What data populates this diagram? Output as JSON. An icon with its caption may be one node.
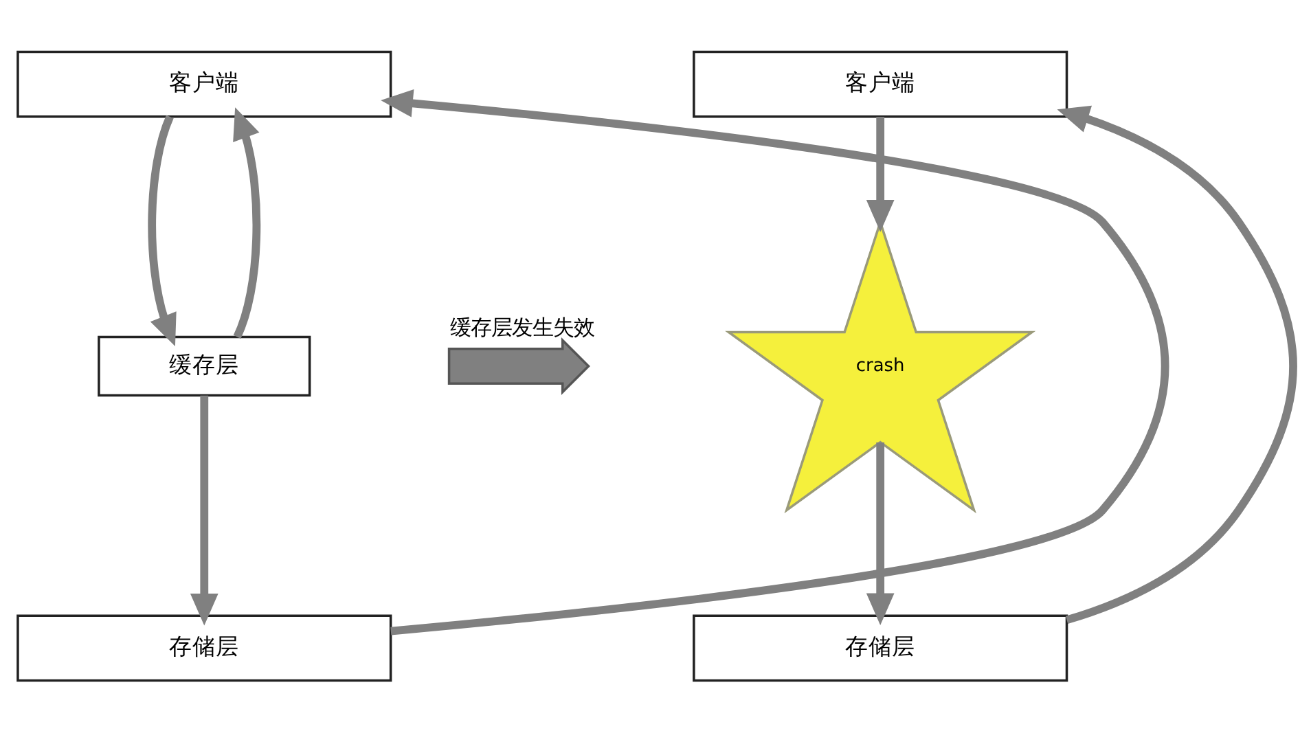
{
  "diagram": {
    "nodes": [
      {
        "text": [
          "客户端"
        ]
      },
      {
        "text": [
          "缓存层"
        ]
      },
      {
        "text": [
          "存储层"
        ]
      },
      {
        "text": [
          "客户端"
        ]
      },
      {
        "text": [
          "crash"
        ]
      },
      {
        "text": [
          "存储层"
        ]
      },
      {
        "text": [],
        "shape": "arrow",
        "beside": [
          "缓存层发生失效"
        ]
      }
    ],
    "edges": [
      {
        "from": 0,
        "to": 1,
        "arrow": "to"
      },
      {
        "from": 1,
        "to": 0,
        "arrow": "to"
      },
      {
        "from": 1,
        "to": 2,
        "arrow": "to"
      },
      {
        "from": 2,
        "to": 0,
        "arrow": "to"
      },
      {
        "from": 3,
        "to": 4,
        "arrow": "to"
      },
      {
        "from": 4,
        "to": 5,
        "arrow": "to"
      },
      {
        "from": 5,
        "to": 3,
        "arrow": "to"
      }
    ]
  }
}
